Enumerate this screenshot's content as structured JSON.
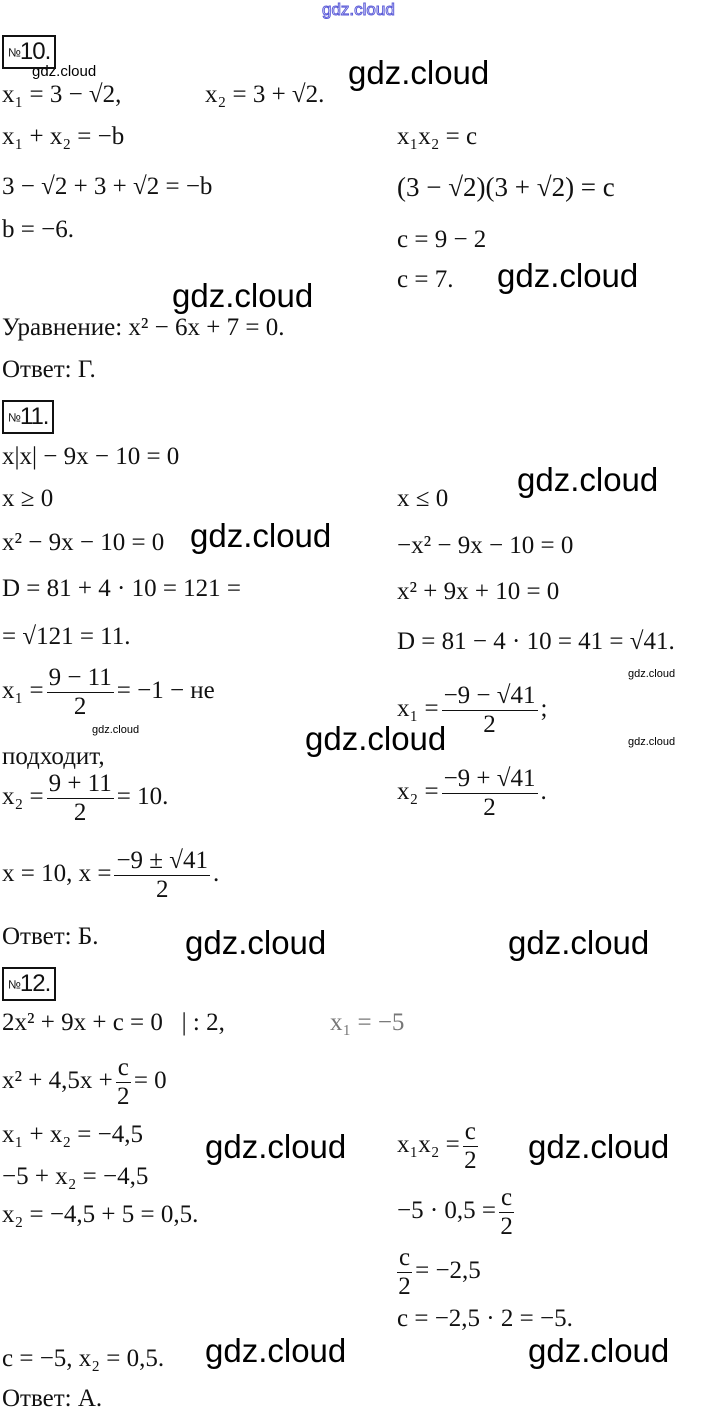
{
  "watermark": "gdz.cloud",
  "p10": {
    "number": "10.",
    "no_sign": "№",
    "roots_1": "x₁ = 3 − √2,",
    "roots_2": "x₂ = 3 + √2.",
    "sum": "x₁ + x₂ = −b",
    "prod": "x₁x₂ = c",
    "sum_sub": "3 − √2 + 3 + √2 = −b",
    "prod_sub": "(3 − √2)(3 + √2) = c",
    "b_val": "b = −6.",
    "c_calc": "c = 9 − 2",
    "c_val": "c = 7.",
    "equation": "Уравнение:  x² − 6x + 7 = 0.",
    "answer": "Ответ: Г."
  },
  "p11": {
    "number": "11.",
    "no_sign": "№",
    "eq": "x|x| − 9x − 10 = 0",
    "case1": "x ≥ 0",
    "case2": "x ≤ 0",
    "c1_eq": "x² − 9x − 10 = 0",
    "c2_eq": "−x² − 9x − 10 = 0",
    "c1_D": "D = 81 + 4 · 10 = 121 =",
    "c2_eq2": "x² + 9x + 10 = 0",
    "c1_sqrtD": "= √121 = 11.",
    "c2_D": "D = 81 − 4 · 10 = 41 = √41.",
    "c1_x1_pre": "x₁ =",
    "c1_x1_num": "9 − 11",
    "c1_x1_den": "2",
    "c1_x1_post": "= −1 − не",
    "c1_x1_cont": "подходит,",
    "c2_x1_pre": "x₁ =",
    "c2_x1_num": "−9 − √41",
    "c2_x1_den": "2",
    "c2_x1_post": ";",
    "c1_x2_pre": "x₂ =",
    "c1_x2_num": "9 + 11",
    "c1_x2_den": "2",
    "c1_x2_post": "= 10.",
    "c2_x2_pre": "x₂ =",
    "c2_x2_num": "−9 + √41",
    "c2_x2_den": "2",
    "c2_x2_post": ".",
    "res_pre": "x = 10, x =",
    "res_num": "−9 ± √41",
    "res_den": "2",
    "res_post": ".",
    "answer": "Ответ: Б."
  },
  "p12": {
    "number": "12.",
    "no_sign": "№",
    "eq": "2x² + 9x + c = 0   | : 2,",
    "given": "x₁ = −5",
    "eq2_pre": "x² + 4,5x +",
    "eq2_num": "c",
    "eq2_den": "2",
    "eq2_post": "= 0",
    "sum": "x₁ + x₂ = −4,5",
    "prod_pre": "x₁x₂ =",
    "prod_num": "c",
    "prod_den": "2",
    "sum_sub": "−5 + x₂ = −4,5",
    "x2": "x₂ = −4,5 + 5 = 0,5.",
    "prod_sub_pre": "−5 · 0,5 =",
    "prod_sub_num": "c",
    "prod_sub_den": "2",
    "c_half_num": "c",
    "c_half_den": "2",
    "c_half_post": "= −2,5",
    "c_val": "c = −2,5 · 2 = −5.",
    "result": "c = −5, x₂ = 0,5.",
    "answer": "Ответ: А."
  }
}
